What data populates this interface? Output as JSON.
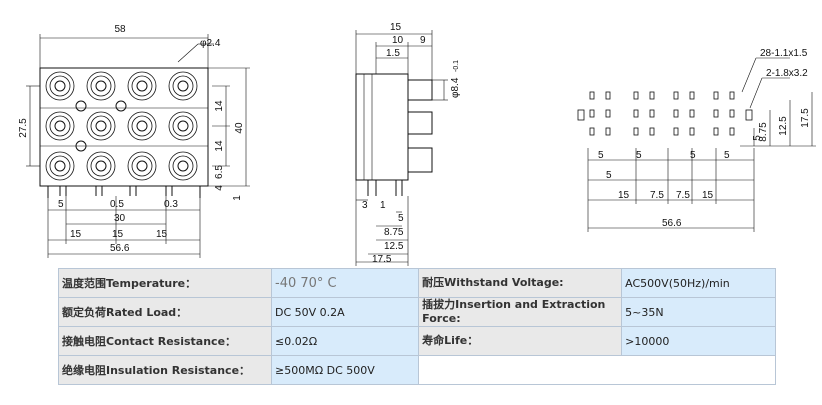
{
  "drawing": {
    "front_view": {
      "dims": [
        "58",
        "φ2.4",
        "27.5",
        "40",
        "14",
        "14",
        "6.5",
        "4",
        "1",
        "5",
        "0.5",
        "0.3",
        "30",
        "15",
        "15",
        "15",
        "56.6"
      ]
    },
    "side_view": {
      "dims": [
        "15",
        "10",
        "9",
        "1.5",
        "φ8.4",
        "-0.1",
        "3",
        "1",
        "5",
        "8.75",
        "12.5",
        "17.5"
      ]
    },
    "pcb_layout": {
      "dims": [
        "28-1.1x1.5",
        "2-1.8x3.2",
        "5",
        "17.5",
        "12.5",
        "8.75",
        "5",
        "5",
        "5",
        "5",
        "5",
        "15",
        "7.5",
        "7.5",
        "15",
        "56.6"
      ]
    }
  },
  "specs": {
    "rows": [
      {
        "label1": "温度范围Temperature：",
        "value1": "-40  70° C",
        "label2": "耐压Withstand Voltage:",
        "value2": "AC500V(50Hz)/min"
      },
      {
        "label1": "额定负荷Rated Load：",
        "value1": "DC 50V 0.2A",
        "label2": "插拔力Insertion and Extraction Force:",
        "value2": "5~35N"
      },
      {
        "label1": "接触电阻Contact Resistance：",
        "value1": "≤0.02Ω",
        "label2": "寿命Life：",
        "value2": ">10000"
      },
      {
        "label1": "绝缘电阻Insulation Resistance：",
        "value1": "≥500MΩ DC 500V",
        "label2": "",
        "value2": ""
      }
    ]
  }
}
